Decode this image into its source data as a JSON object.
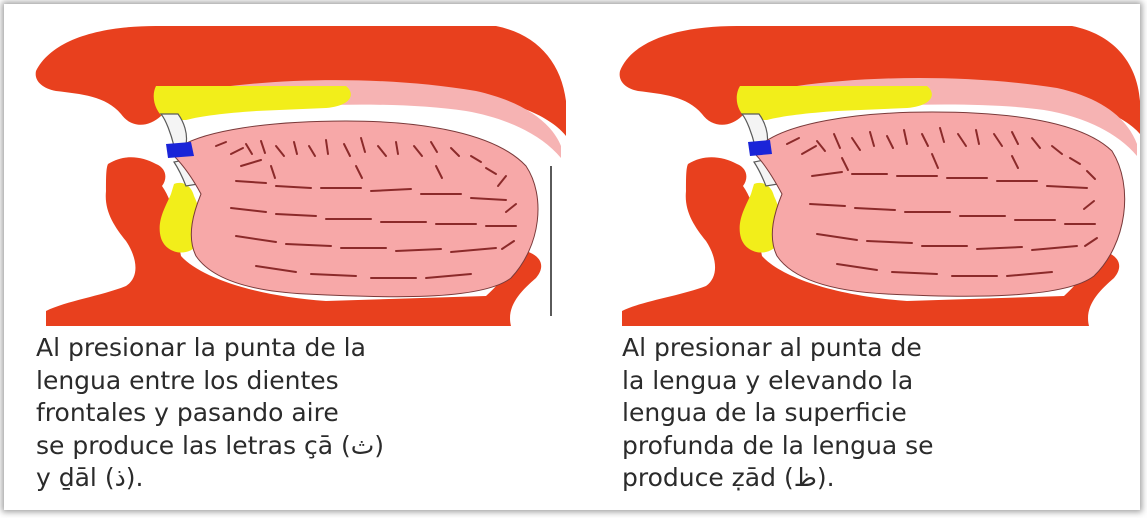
{
  "panels": [
    {
      "caption_lines": [
        "Al presionar la punta de la",
        "lengua entre los dientes",
        "frontales y pasando aire",
        "se produce las letras çā (ث)",
        "y ḏāl (ذ)."
      ]
    },
    {
      "caption_lines": [
        "Al presionar al punta de",
        "la lengua y elevando la",
        "lengua de la superficie",
        "profunda de la lengua se",
        "produce ẓād (ظ)."
      ]
    }
  ],
  "colors": {
    "flesh": "#e8401e",
    "tongue": "#f7a8a8",
    "palate": "#f6b3b3",
    "teeth": "#f2ee1a",
    "airflow": "#1a24d8",
    "muscle_lines": "#8b2a2a",
    "outline": "#5a5a5a"
  }
}
